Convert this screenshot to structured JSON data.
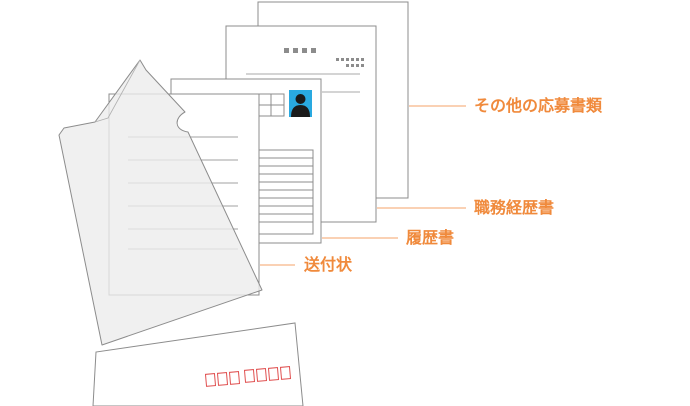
{
  "labels": {
    "other_documents": "その他の応募書類",
    "career_history": "職務経歴書",
    "resume": "履歴書",
    "cover_letter": "送付状"
  },
  "colors": {
    "accent_orange": "#f08a3c",
    "leader_line": "#f5a36a",
    "paper_outline": "#8c8c8c",
    "clear_file_fill": "#eeeeee",
    "photo_blue": "#29a9e0",
    "postal_box_red": "#e05050"
  },
  "icons": {
    "photo": "person-silhouette-icon"
  }
}
